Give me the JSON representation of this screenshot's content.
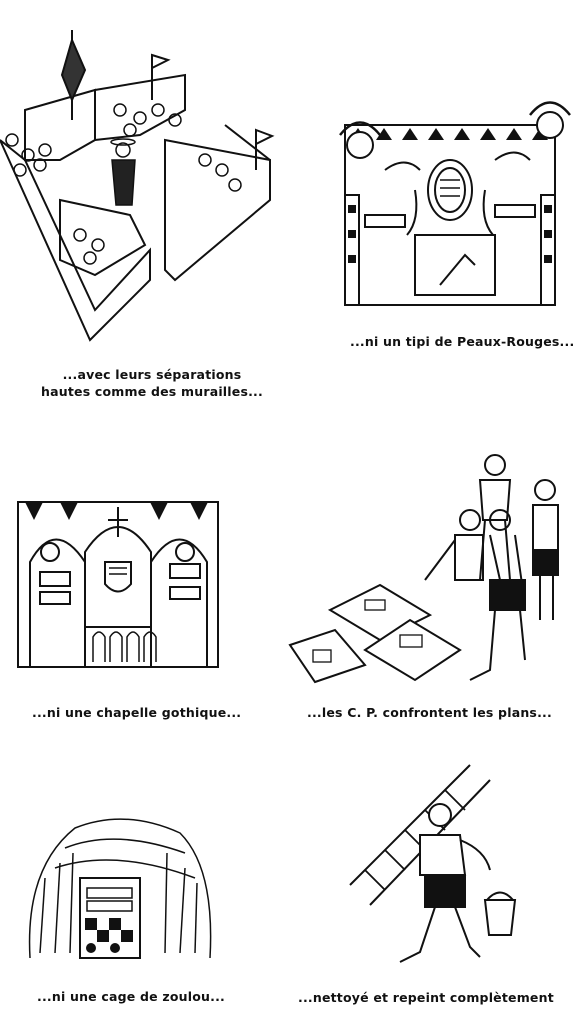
{
  "captions": {
    "p1": [
      "...avec leurs séparations",
      "hautes comme des murailles..."
    ],
    "p2": "...ni un tipi de Peaux-Rouges...",
    "p3": "...ni une chapelle gothique...",
    "p4": "...les C. P. confrontent les plans...",
    "p5": "...ni une cage de zoulou...",
    "p6": "...nettoyé et repeint complètement"
  },
  "illustrations": [
    {
      "id": "p1",
      "icon": "walled-patrol-corners-illustration"
    },
    {
      "id": "p2",
      "icon": "indian-tipi-corner-illustration"
    },
    {
      "id": "p3",
      "icon": "gothic-chapel-corner-illustration"
    },
    {
      "id": "p4",
      "icon": "patrol-leaders-with-plans-illustration"
    },
    {
      "id": "p5",
      "icon": "zulu-hut-illustration"
    },
    {
      "id": "p6",
      "icon": "boy-carrying-ladder-illustration"
    }
  ],
  "colors": {
    "ink": "#111111",
    "paper": "#ffffff"
  }
}
